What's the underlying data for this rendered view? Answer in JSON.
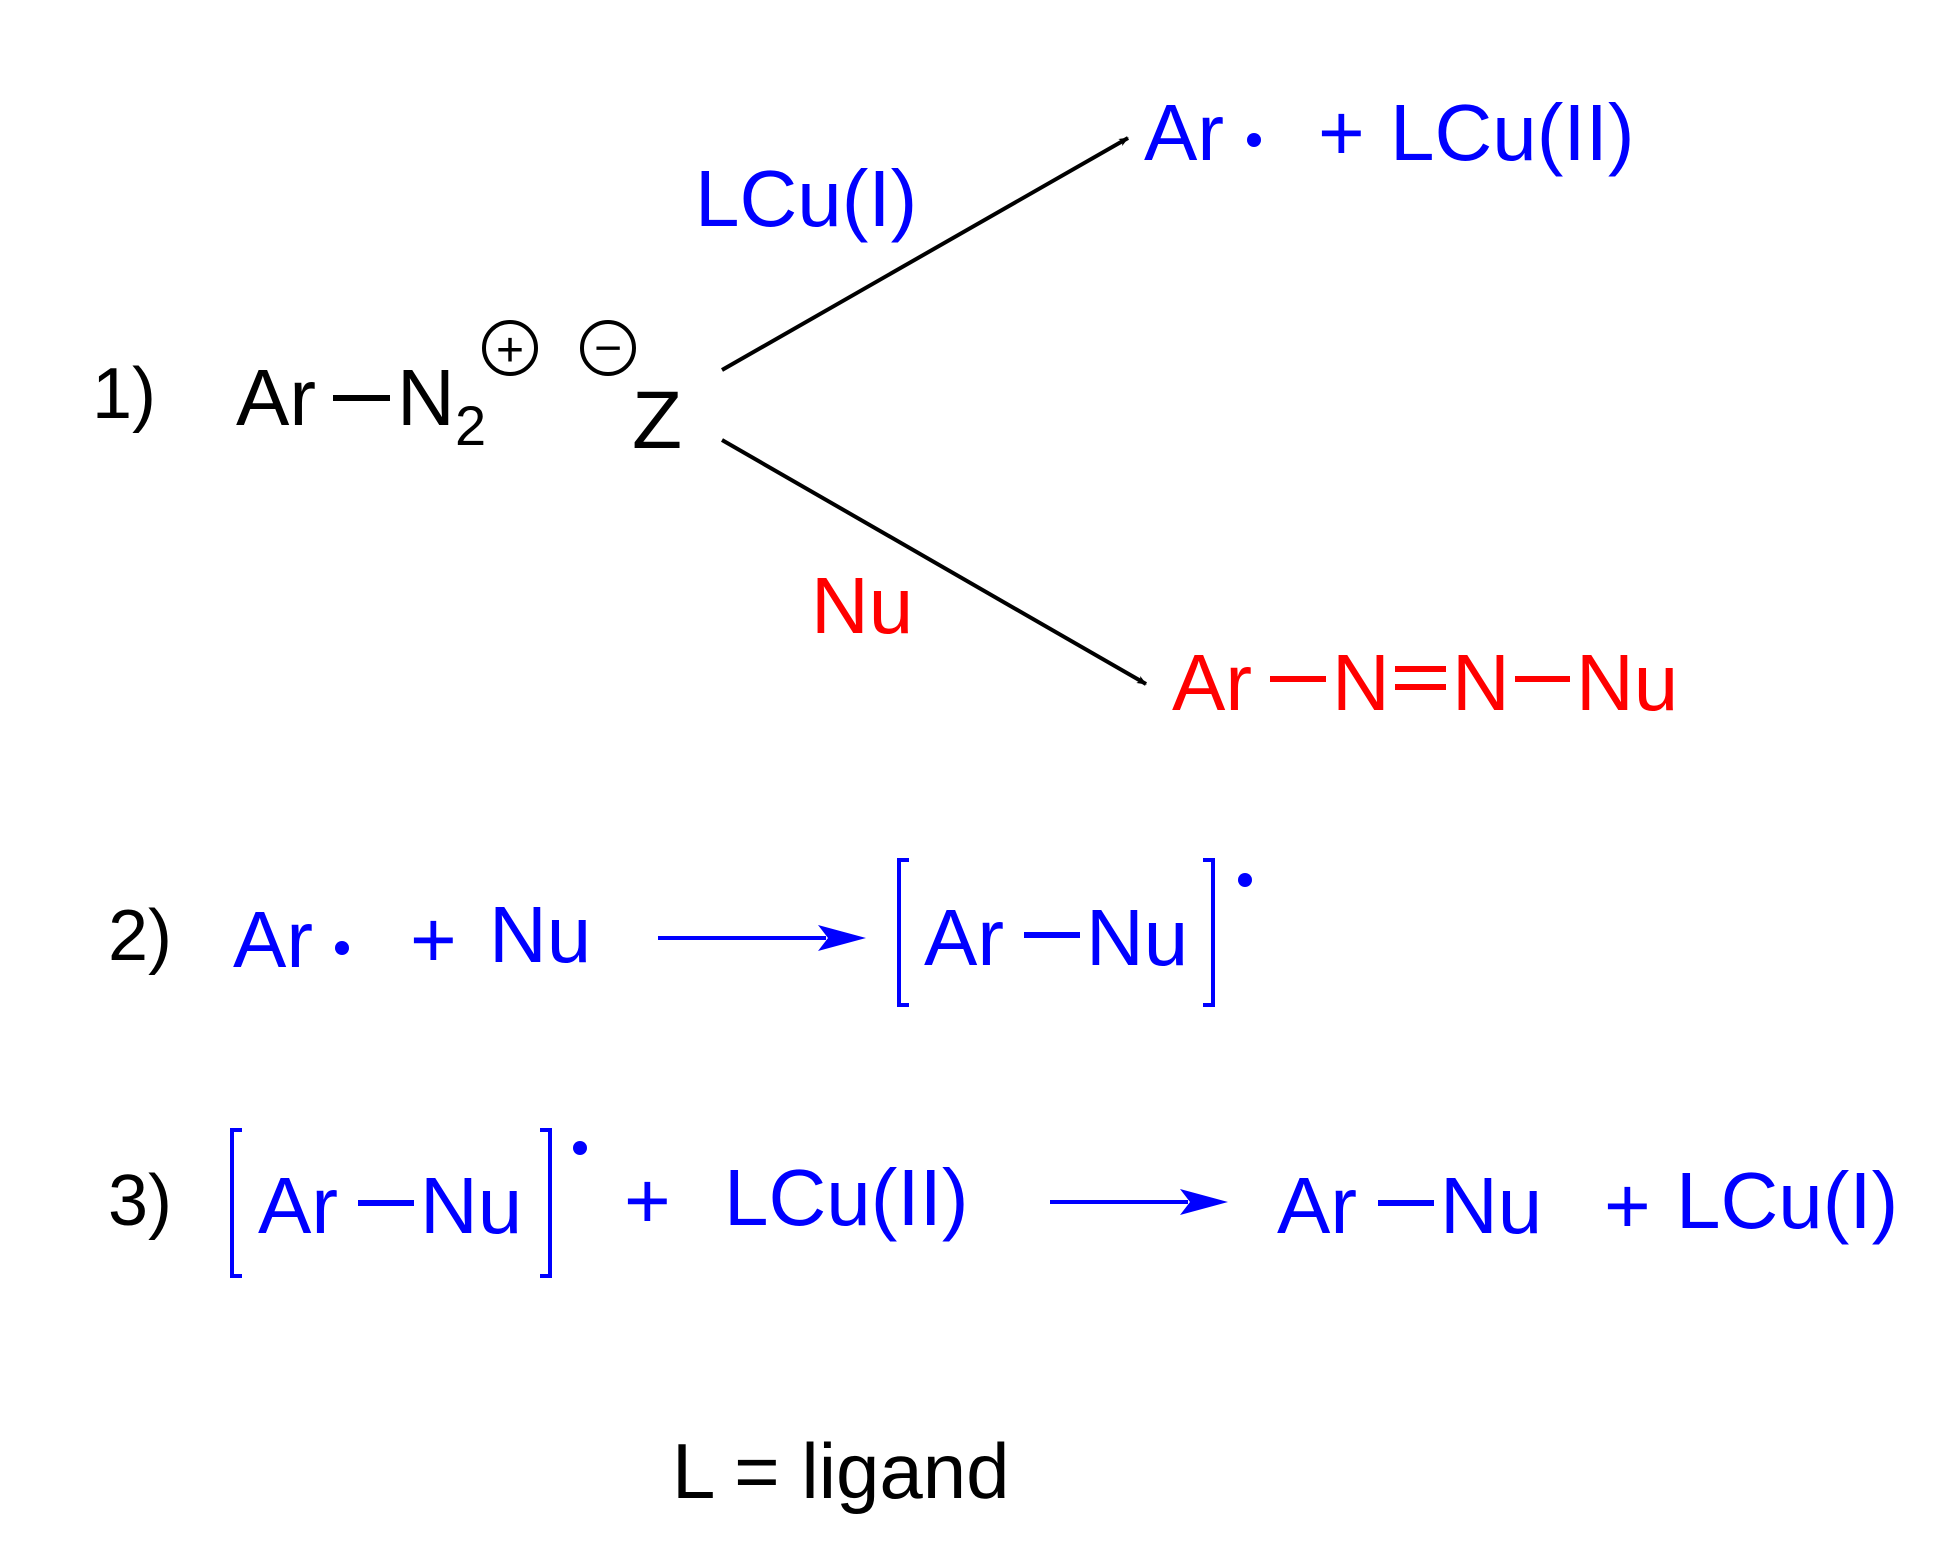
{
  "colors": {
    "neutral": "#000000",
    "copper": "#0000ff",
    "nucleophile": "#ff0000"
  },
  "reaction1": {
    "number": "1)",
    "reactant": {
      "ar": "Ar",
      "n": "N",
      "sub": "2",
      "plus": "+",
      "minus": "−",
      "z": "Z"
    },
    "upper": {
      "reagent": "LCu(I)",
      "ar": "Ar",
      "plus": "+",
      "copper": "LCu(II)"
    },
    "lower": {
      "reagent": "Nu",
      "ar": "Ar",
      "n1": "N",
      "n2": "N",
      "nu": "Nu"
    }
  },
  "reaction2": {
    "number": "2)",
    "ar": "Ar",
    "plus": "+",
    "nu": "Nu",
    "product": {
      "ar": "Ar",
      "nu": "Nu"
    }
  },
  "reaction3": {
    "number": "3)",
    "complex": {
      "ar": "Ar",
      "nu": "Nu"
    },
    "plus1": "+",
    "copper": "LCu(II)",
    "product": {
      "ar": "Ar",
      "nu": "Nu"
    },
    "plus2": "+",
    "regenerated": "LCu(I)"
  },
  "legend": "L = ligand"
}
